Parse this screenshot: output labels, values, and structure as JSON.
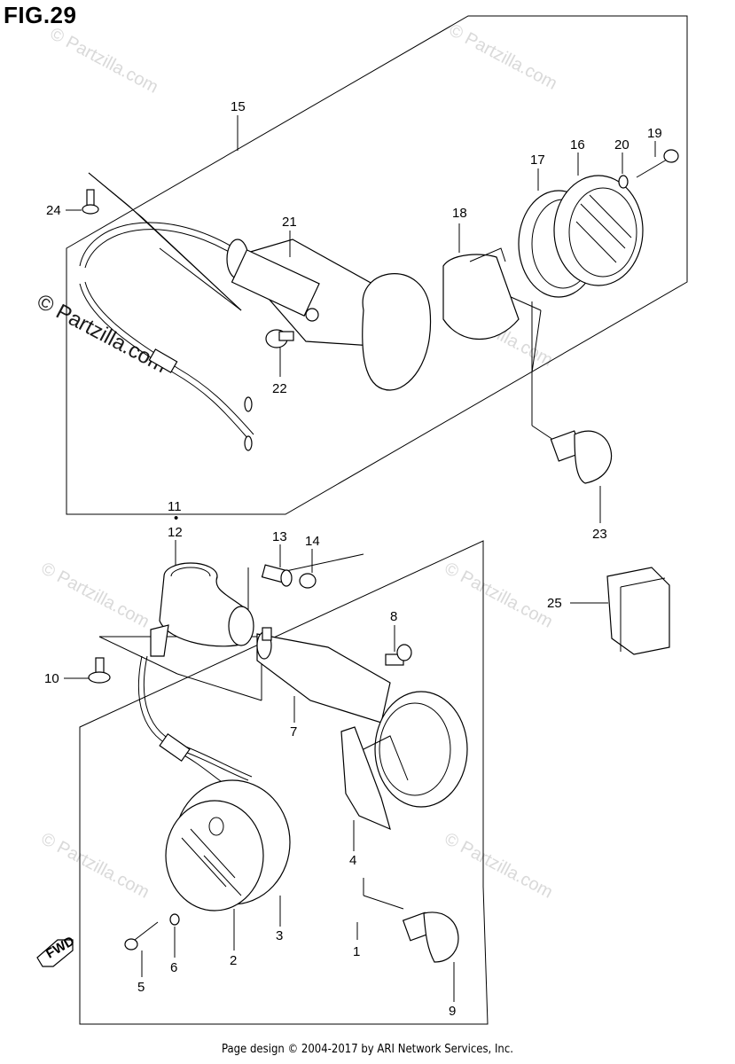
{
  "title": "FIG.29",
  "footer": "Page design © 2004-2017 by ARI Network Services, Inc.",
  "watermark": "© Partzilla.com",
  "fwd_label": "FWD",
  "part_labels": {
    "p1": "1",
    "p2": "2",
    "p3": "3",
    "p4": "4",
    "p5": "5",
    "p6": "6",
    "p7": "7",
    "p8": "8",
    "p9": "9",
    "p10": "10",
    "p11": "11",
    "p11dot": "•",
    "p12": "12",
    "p13": "13",
    "p14": "14",
    "p15": "15",
    "p16": "16",
    "p17": "17",
    "p18": "18",
    "p19": "19",
    "p20": "20",
    "p21": "21",
    "p22": "22",
    "p23": "23",
    "p24": "24",
    "p25": "25"
  }
}
